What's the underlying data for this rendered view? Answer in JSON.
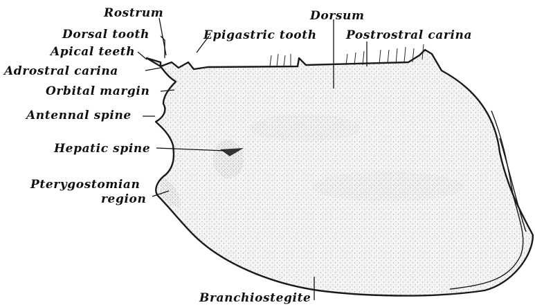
{
  "figure": {
    "labels": {
      "rostrum": "Rostrum",
      "dorsal_tooth": "Dorsal tooth",
      "apical_teeth": "Apical teeth",
      "adrostral_carina": "Adrostral carina",
      "orbital_margin": "Orbital margin",
      "antennal_spine": "Antennal spine",
      "hepatic_spine": "Hepatic spine",
      "pterygostomian_line1": "Pterygostomian",
      "pterygostomian_line2": "region",
      "epigastric_tooth": "Epigastric tooth",
      "dorsum": "Dorsum",
      "postrostral_carina": "Postrostral carina",
      "branchiostegite": "Branchiostegite"
    },
    "colors": {
      "ink": "#111111",
      "paper": "#ffffff",
      "stipple": "#8a8a8a"
    }
  }
}
